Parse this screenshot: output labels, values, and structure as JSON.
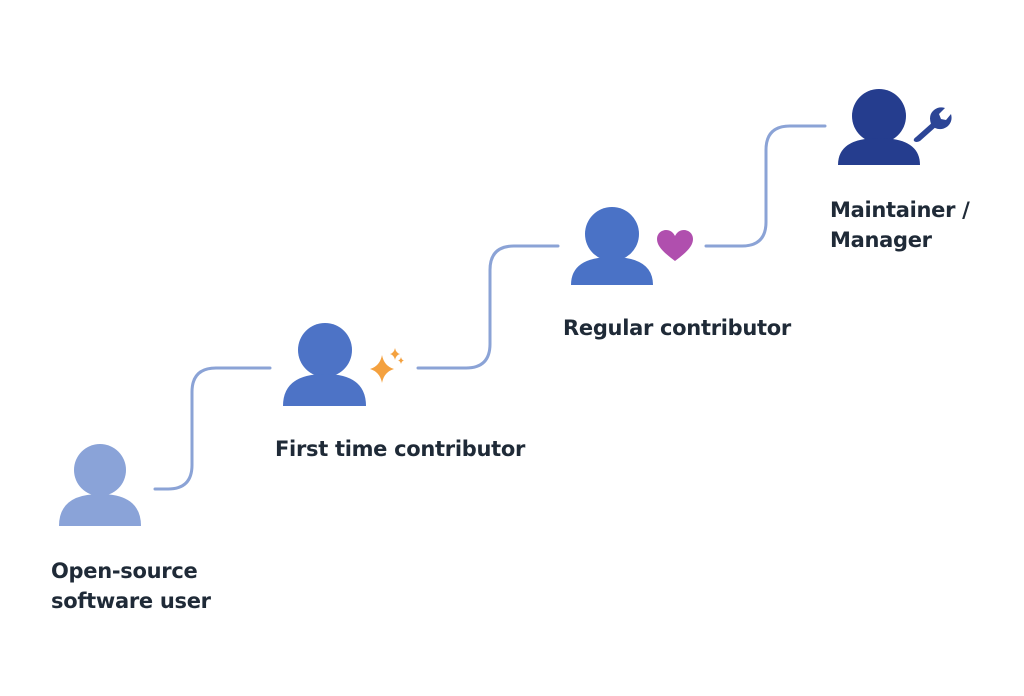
{
  "colors": {
    "path": "#8ba3d6",
    "person_1": "#8aa3d8",
    "person_2": "#4d73c6",
    "person_3": "#4a72c6",
    "person_4": "#253d8e",
    "sparkle": "#f4a13f",
    "heart": "#b04fae",
    "wrench": "#2c4596",
    "text": "#1f2a37"
  },
  "stages": [
    {
      "id": "user",
      "lines": [
        "Open-source",
        "software user"
      ],
      "icon": "person-icon"
    },
    {
      "id": "first",
      "lines": [
        "First time contributor"
      ],
      "icon": "sparkle-icon"
    },
    {
      "id": "regular",
      "lines": [
        "Regular contributor"
      ],
      "icon": "heart-icon"
    },
    {
      "id": "maintainer",
      "lines": [
        "Maintainer /",
        "Manager"
      ],
      "icon": "wrench-icon"
    }
  ]
}
